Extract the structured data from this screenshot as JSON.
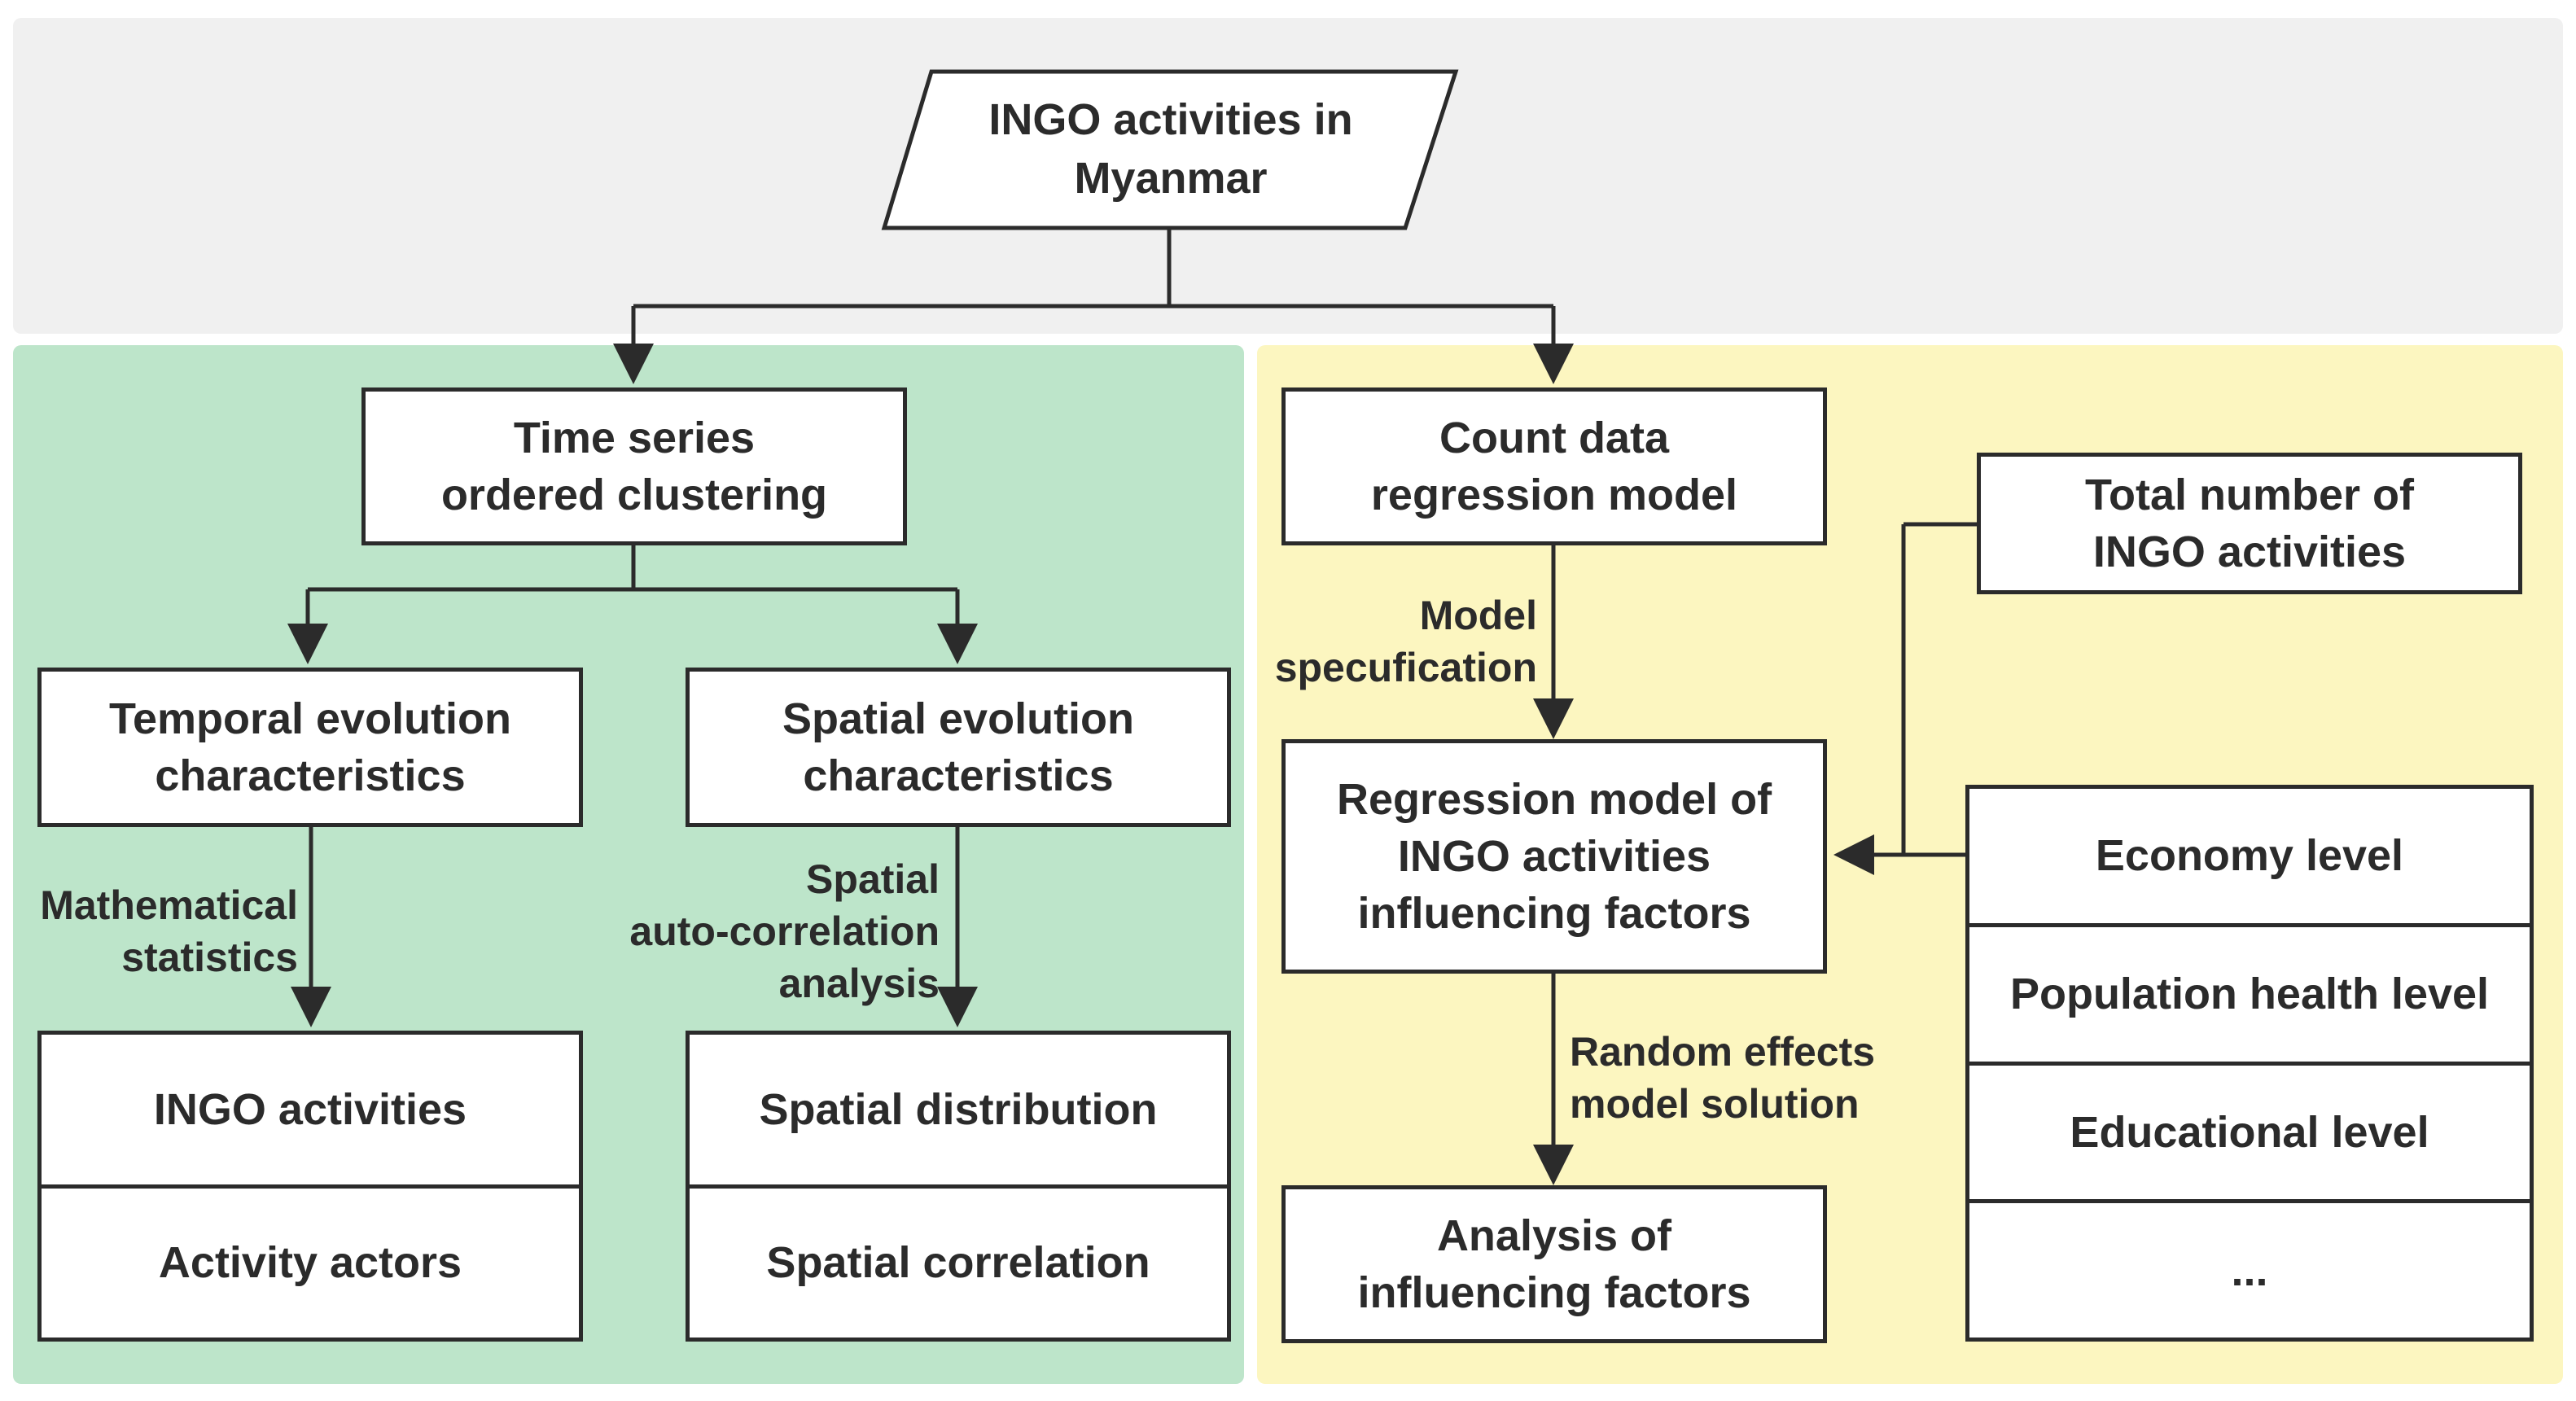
{
  "start_node": {
    "text": "INGO activities in\nMyanmar"
  },
  "left_branch": {
    "clustering": "Time series\nordered clustering",
    "temporal": "Temporal evolution\ncharacteristics",
    "spatial": "Spatial evolution\ncharacteristics",
    "temporal_method": "Mathematical\nstatistics",
    "spatial_method": "Spatial\nauto-correlation\nanalysis",
    "temporal_results": [
      "INGO activities",
      "Activity actors"
    ],
    "spatial_results": [
      "Spatial distribution",
      "Spatial correlation"
    ]
  },
  "right_branch": {
    "count_model": "Count data\nregression model",
    "model_step": "Model\nspecufication",
    "regression_model": "Regression model of\nINGO activities\ninfluencing factors",
    "solution_step": "Random effects\nmodel solution",
    "analysis": "Analysis of\ninfluencing factors",
    "total_number": "Total number of\nINGO activities",
    "factors": [
      "Economy level",
      "Population health level",
      "Educational level",
      "..."
    ]
  },
  "colors": {
    "top_region": "#f0f0f0",
    "left_region": "#bde5ca",
    "right_region": "#fcf6c0",
    "stroke": "#2b2b2b"
  }
}
